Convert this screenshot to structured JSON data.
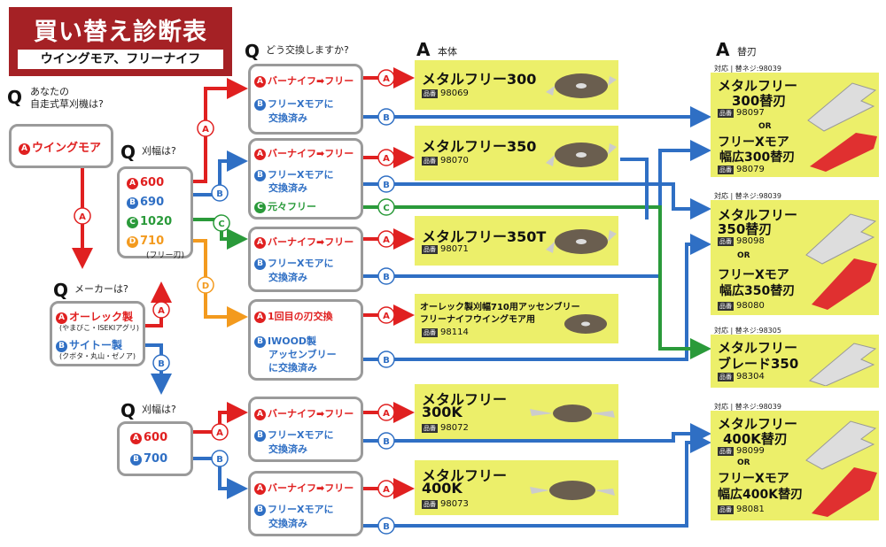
{
  "title": {
    "main": "買い替え診断表",
    "sub": "ウイングモア、フリーナイフ"
  },
  "q1": {
    "mark": "Q",
    "text1": "あなたの",
    "text2": "自走式草刈機は?",
    "option": "ウイングモア"
  },
  "q2": {
    "mark": "Q",
    "text": "刈幅は?",
    "options": [
      "600",
      "690",
      "1020",
      "710"
    ],
    "option_note": "(フリー刃)"
  },
  "q3": {
    "mark": "Q",
    "text": "メーカーは?",
    "maker1": "オーレック製",
    "maker1_note": "(やまびこ・ISEKIアグリ)",
    "maker2": "サイトー製",
    "maker2_note": "(クボタ・丸山・ゼノア)"
  },
  "q4": {
    "mark": "Q",
    "text": "刈幅は?",
    "options": [
      "600",
      "700"
    ]
  },
  "q5": {
    "mark": "Q",
    "text": "どう交換しますか?"
  },
  "exchange": {
    "free_to_free": "バーナイフ➡フリー",
    "knife_replaced_1": "フリーXモアに",
    "knife_replaced_2": "交換済み",
    "motofree": "元々フリー",
    "first_blade": "1回目の刃交換",
    "iwood_1": "IWOOD製",
    "iwood_2": "アッセンブリー",
    "iwood_3": "に交換済み"
  },
  "letters": {
    "a": "A",
    "b": "B",
    "c": "C",
    "d": "D"
  },
  "headers": {
    "body_mark": "A",
    "body": "本体",
    "blade_mark": "A",
    "blade": "替刃"
  },
  "products": [
    {
      "name": "メタルフリー300",
      "code_label": "品番",
      "code": "98069"
    },
    {
      "name": "メタルフリー350",
      "code_label": "品番",
      "code": "98070"
    },
    {
      "name": "メタルフリー350T",
      "code_label": "品番",
      "code": "98071"
    },
    {
      "name": "オーレック製刈幅710用アッセンブリー",
      "name2": "フリーナイフウイングモア用",
      "code_label": "品番",
      "code": "98114"
    },
    {
      "name": "メタルフリー",
      "name2": "300K",
      "code_label": "品番",
      "code": "98072"
    },
    {
      "name": "メタルフリー",
      "name2": "400K",
      "code_label": "品番",
      "code": "98073"
    }
  ],
  "blades": [
    {
      "tag": "対応 | 替ネジ:98039",
      "name1": "メタルフリー",
      "name2": "300替刃",
      "code1": "98097",
      "or": "OR",
      "alt1": "フリーXモア",
      "alt2": "幅広300替刃",
      "code2": "98079"
    },
    {
      "tag": "対応 | 替ネジ:98039",
      "name1": "メタルフリー",
      "name2": "350替刃",
      "code1": "98098",
      "or": "OR",
      "alt1": "フリーXモア",
      "alt2": "幅広350替刃",
      "code2": "98080"
    },
    {
      "tag": "対応 | 替ネジ:98305",
      "name1": "メタルフリー",
      "name2": "ブレード350",
      "code1": "98304"
    },
    {
      "tag": "対応 | 替ネジ:98039",
      "name1": "メタルフリー",
      "name2": "400K替刃",
      "code1": "98099",
      "or": "OR",
      "alt1": "フリーXモア",
      "alt2": "幅広400K替刃",
      "code2": "98081"
    }
  ],
  "code_label": "品番",
  "colors": {
    "red": "#e02020",
    "blue": "#2f6fc4",
    "green": "#2a9a3a",
    "orange": "#f39a1e",
    "title_bg": "#a52125",
    "product_bg": "#ecef6a"
  }
}
